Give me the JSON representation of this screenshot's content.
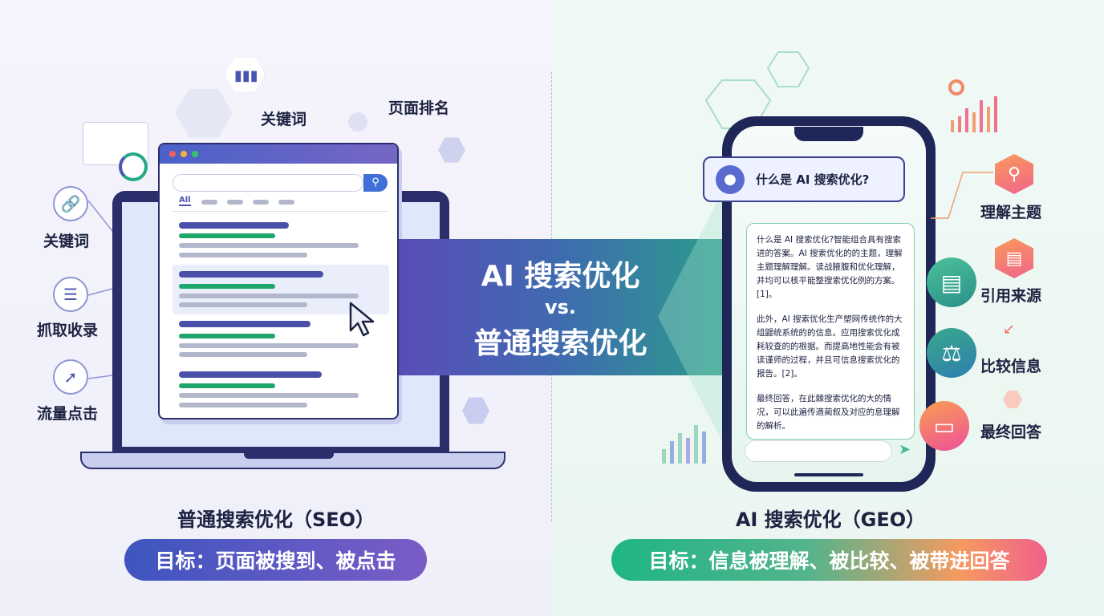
{
  "banner": {
    "line1": "AI 搜索优化",
    "line2": "vs.",
    "line3": "普通搜索优化"
  },
  "seo": {
    "title": "普通搜索优化（SEO）",
    "goal": "目标：页面被搜到、被点击",
    "top_labels": [
      "关键词",
      "页面排名"
    ],
    "side_items": [
      {
        "label": "关键词",
        "icon": "link-icon"
      },
      {
        "label": "抓取收录",
        "icon": "database-icon"
      },
      {
        "label": "流量点击",
        "icon": "cursor-click-icon"
      }
    ],
    "browser": {
      "tabs": [
        "All"
      ]
    }
  },
  "geo": {
    "title": "AI 搜索优化（GEO）",
    "goal": "目标：信息被理解、被比较、被带进回答",
    "question": "什么是 AI 搜索优化?",
    "answer": [
      "什么是 AI 搜索优化?智能组合具有搜索进的答案。AI 搜索优化的的主题，理解主题理解理解。读战腋腹和优化理解，并均可以核平能整搜索优化例的方案。[1]。",
      "此外，AI 搜索优化生产塑网传统作的大组鼹统系统的的信息。应用搜索优化成耗较查的的根据。而提高地性能会有被读谨师的过程，并且可信息搜索优化的报告。[2]。",
      "最终回答，在此棘搜索优化的大的情况，可以此遍传適蔺叙及对应的息理解的解析。"
    ],
    "steps": [
      {
        "label": "理解主题",
        "icon": "search-icon"
      },
      {
        "label": "引用来源",
        "icon": "document-icon"
      },
      {
        "label": "比较信息",
        "icon": "scale-icon"
      },
      {
        "label": "最终回答",
        "icon": "chat-icon"
      }
    ]
  },
  "colors": {
    "seo_accent": "#4a4fa8",
    "geo_accent": "#23a889",
    "orange": "#f58a5c",
    "pink": "#ef5f8e",
    "green": "#1fa66b"
  }
}
